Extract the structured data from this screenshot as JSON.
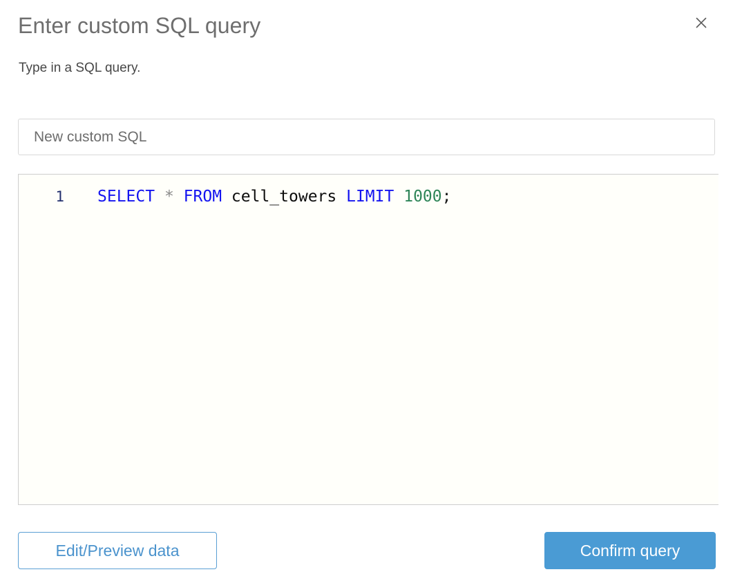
{
  "dialog": {
    "title": "Enter custom SQL query",
    "subtitle": "Type in a SQL query.",
    "close_icon": "close-icon"
  },
  "name_field": {
    "value": "",
    "placeholder": "New custom SQL"
  },
  "editor": {
    "line_number": "1",
    "tokens": [
      {
        "text": "SELECT",
        "type": "keyword"
      },
      {
        "text": " ",
        "type": "plain"
      },
      {
        "text": "*",
        "type": "star"
      },
      {
        "text": " ",
        "type": "plain"
      },
      {
        "text": "FROM",
        "type": "keyword"
      },
      {
        "text": " ",
        "type": "plain"
      },
      {
        "text": "cell_towers",
        "type": "ident"
      },
      {
        "text": " ",
        "type": "plain"
      },
      {
        "text": "LIMIT",
        "type": "keyword"
      },
      {
        "text": " ",
        "type": "plain"
      },
      {
        "text": "1000",
        "type": "number"
      },
      {
        "text": ";",
        "type": "punct"
      }
    ],
    "full_query": "SELECT * FROM cell_towers LIMIT 1000;"
  },
  "footer": {
    "edit_preview_label": "Edit/Preview data",
    "confirm_label": "Confirm query"
  },
  "colors": {
    "primary": "#4a9bd4",
    "secondary_border": "#5a9fd4",
    "secondary_text": "#4b93cd",
    "title_text": "#6e6e6e",
    "subtitle_text": "#474747",
    "editor_bg": "#fffffa",
    "keyword": "#1414f0",
    "number": "#2e8558",
    "star": "#8a8a8a",
    "line_number": "#23306e"
  }
}
